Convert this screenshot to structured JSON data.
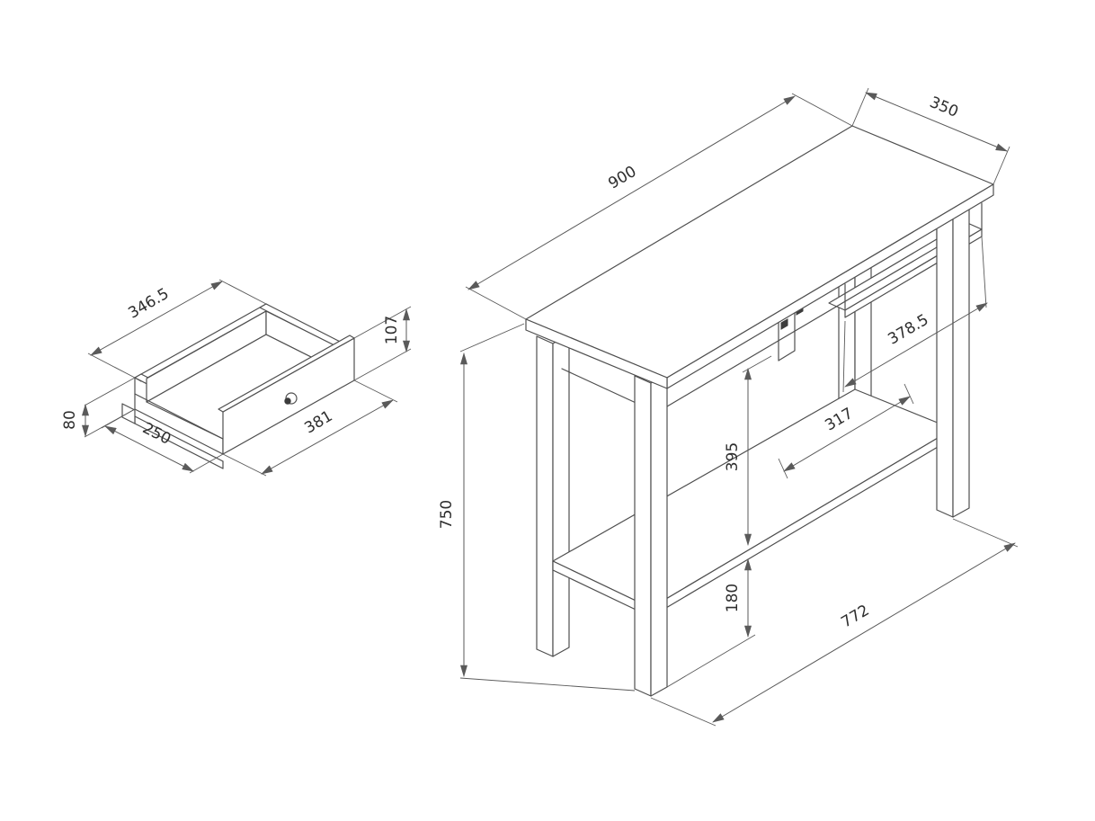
{
  "app": {
    "background": "#ffffff",
    "line_color": "#4f4f4f",
    "dimension_line_color": "#5a5a5a",
    "text_color": "#2e2e2e"
  },
  "views": {
    "drawer": {
      "name": "drawer-detail-view",
      "dims": {
        "back_width": "346.5",
        "front_height": "107",
        "side_height": "80",
        "depth": "250",
        "front_width": "381"
      }
    },
    "table": {
      "name": "console-table-view",
      "dims": {
        "length": "900",
        "depth": "350",
        "tray_depth": "378.5",
        "shelf_span": "317",
        "top_to_shelf": "395",
        "shelf_to_floor": "180",
        "height": "750",
        "base_span": "772"
      }
    }
  }
}
